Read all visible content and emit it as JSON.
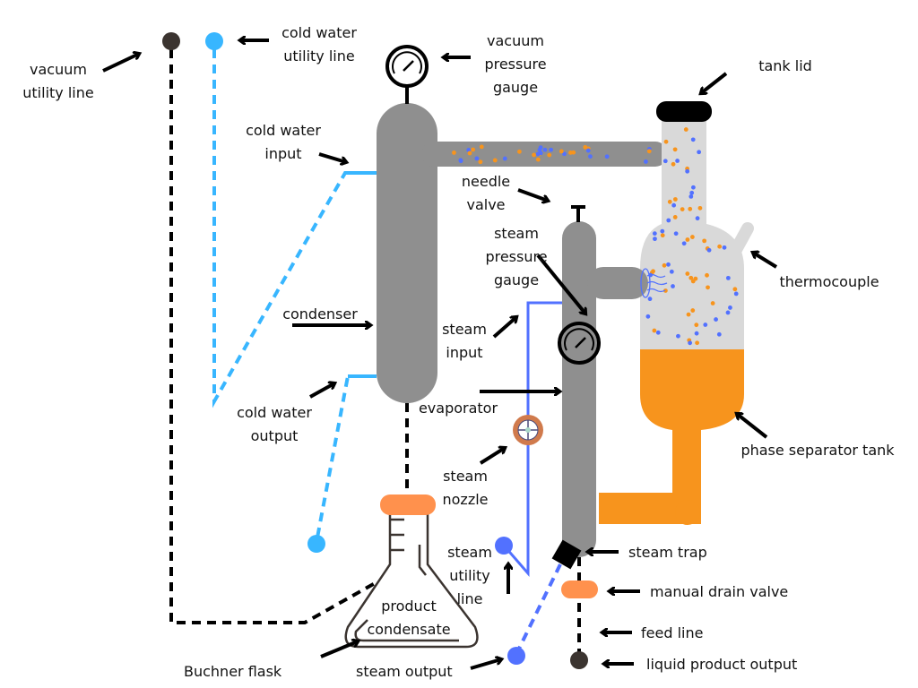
{
  "title": "Vacuum steam distillation apparatus",
  "colors": {
    "vessel_gray": "#8f8f8f",
    "light_gray": "#d9d9d9",
    "orange": "#f7941d",
    "light_orange": "#ff914d",
    "cold_water_blue": "#38b6ff",
    "steam_blue": "#5271ff",
    "dark": "#3b3430",
    "black": "#000000"
  },
  "labels": {
    "vacuum_utility_line": [
      "vacuum",
      "utility line"
    ],
    "cold_water_utility_line": [
      "cold water",
      "utility line"
    ],
    "vacuum_pressure_gauge": [
      "vacuum",
      "pressure",
      "gauge"
    ],
    "tank_lid": [
      "tank lid"
    ],
    "cold_water_input": [
      "cold water",
      "input"
    ],
    "needle_valve": [
      "needle",
      "valve"
    ],
    "steam_pressure_gauge": [
      "steam",
      "pressure",
      "gauge"
    ],
    "thermocouple": [
      "thermocouple"
    ],
    "condenser": [
      "condenser"
    ],
    "steam_input": [
      "steam",
      "input"
    ],
    "cold_water_output": [
      "cold water",
      "output"
    ],
    "evaporator": [
      "evaporator"
    ],
    "phase_separator_tank": [
      "phase separator tank"
    ],
    "steam_nozzle": [
      "steam",
      "nozzle"
    ],
    "steam_utility_line": [
      "steam",
      "utility",
      "line"
    ],
    "steam_trap": [
      "steam trap"
    ],
    "manual_drain_valve": [
      "manual drain valve"
    ],
    "product_condensate": [
      "product",
      "condensate"
    ],
    "feed_line": [
      "feed line"
    ],
    "buchner_flask": [
      "Buchner flask"
    ],
    "steam_output": [
      "steam output"
    ],
    "liquid_product_output": [
      "liquid product output"
    ]
  }
}
